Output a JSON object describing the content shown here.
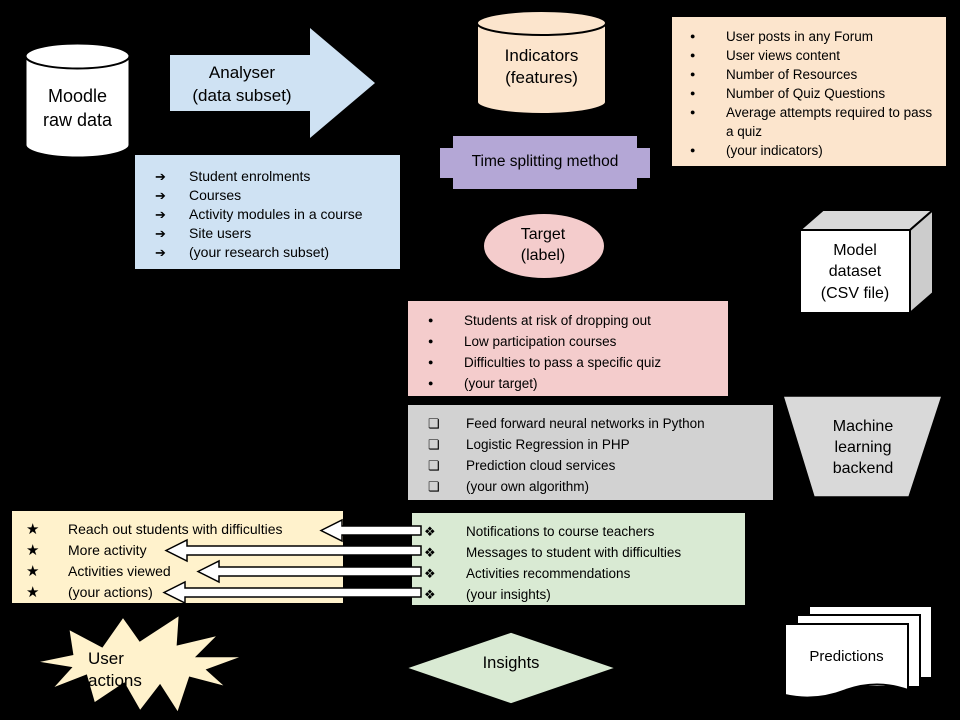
{
  "colors": {
    "background": "#000000",
    "light_blue": "#cfe2f3",
    "peach": "#fce5cd",
    "purple": "#b4a7d6",
    "pink": "#f4cccc",
    "gray_box": "#d2d2d2",
    "gray_shape": "#d9d9d9",
    "green": "#d9ead3",
    "cream": "#fff2cc",
    "white": "#ffffff",
    "cube_side": "#cccccc",
    "outline": "#000000"
  },
  "nodes": {
    "moodle_raw_data": {
      "label": "Moodle\nraw data"
    },
    "analyser": {
      "label": "Analyser\n(data subset)"
    },
    "indicators": {
      "label": "Indicators\n(features)"
    },
    "time_splitting": {
      "label": "Time splitting method"
    },
    "target": {
      "label": "Target\n(label)"
    },
    "model_dataset": {
      "label": "Model\ndataset\n(CSV file)"
    },
    "ml_backend": {
      "label": "Machine\nlearning\nbackend"
    },
    "user_actions": {
      "label": "User\nactions"
    },
    "insights": {
      "label": "Insights"
    },
    "predictions": {
      "label": "Predictions"
    }
  },
  "lists": {
    "raw_subset": {
      "marker": "➔",
      "marker_name": "arrow-bullet-icon",
      "items": [
        "Student enrolments",
        "Courses",
        "Activity modules in a course",
        "Site users",
        "(your research subset)"
      ]
    },
    "indicator_examples": {
      "marker": "●",
      "marker_name": "dot-bullet-icon",
      "items": [
        "User posts in any Forum",
        "User views content",
        "Number of Resources",
        "Number of Quiz Questions",
        "Average attempts required to pass a quiz",
        "(your indicators)"
      ]
    },
    "target_examples": {
      "marker": "●",
      "marker_name": "dot-bullet-icon",
      "items": [
        "Students at risk of dropping out",
        "Low participation courses",
        "Difficulties to pass a specific quiz",
        "(your target)"
      ]
    },
    "algorithms": {
      "marker": "❏",
      "marker_name": "checkbox-bullet-icon",
      "items": [
        "Feed forward neural networks in Python",
        "Logistic Regression in PHP",
        "Prediction cloud services",
        "(your own algorithm)"
      ]
    },
    "insight_examples": {
      "marker": "❖",
      "marker_name": "diamond-bullet-icon",
      "items": [
        "Notifications to course teachers",
        "Messages to student with difficulties",
        "Activities recommendations",
        "(your insights)"
      ]
    },
    "action_examples": {
      "marker": "★",
      "marker_name": "star-bullet-icon",
      "items": [
        "Reach out students with difficulties",
        "More activity",
        "Activities viewed",
        "(your actions)"
      ]
    }
  }
}
